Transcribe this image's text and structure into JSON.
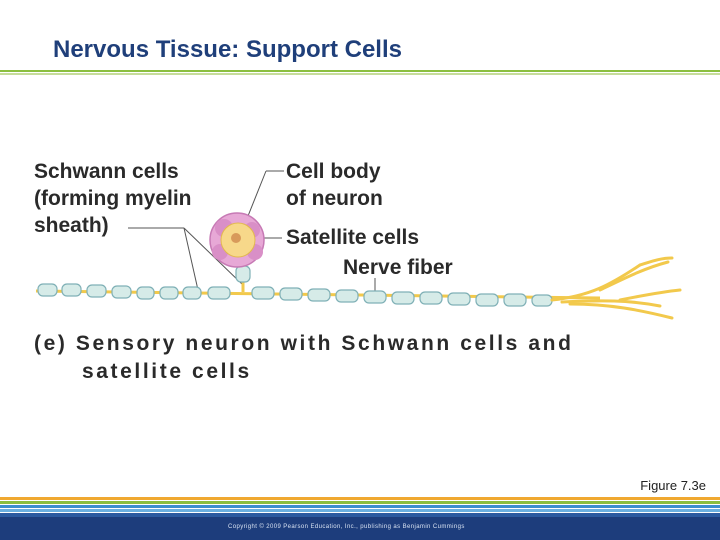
{
  "slide": {
    "title": "Nervous Tissue: Support Cells",
    "figure_ref": "Figure 7.3e",
    "copyright": "Copyright © 2009 Pearson Education, Inc., publishing as Benjamin Cummings"
  },
  "labels": {
    "schwann": [
      "Schwann cells",
      "(forming myelin",
      "sheath)"
    ],
    "cell_body": [
      "Cell body",
      "of neuron"
    ],
    "satellite": "Satellite cells",
    "nerve_fiber": "Nerve fiber"
  },
  "caption": {
    "line1": "(e)  Sensory neuron with Schwann cells and",
    "line2": "satellite cells"
  },
  "colors": {
    "title": "#1f3f7a",
    "footer": "#1d3d7c",
    "myelin": "#d6ebe8",
    "myelin_stroke": "#7fb0b6",
    "axon": "#f2c94c",
    "satellite": "#e7a8d6",
    "cell_body": "#f7d88a"
  }
}
